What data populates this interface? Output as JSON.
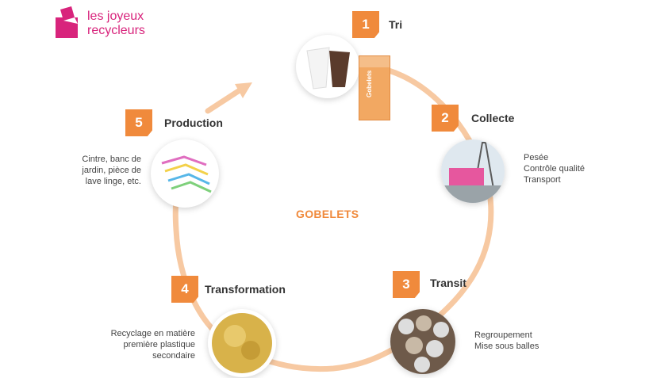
{
  "logo": {
    "line1": "les joyeux",
    "line2": "recycleurs"
  },
  "center_title": "GOBELETS",
  "steps": [
    {
      "num": "1",
      "title": "Tri",
      "desc": []
    },
    {
      "num": "2",
      "title": "Collecte",
      "desc": [
        "Pesée",
        "Contrôle qualité",
        "Transport"
      ]
    },
    {
      "num": "3",
      "title": "Transit",
      "desc": [
        "Regroupement",
        "Mise sous balles"
      ]
    },
    {
      "num": "4",
      "title": "Transformation",
      "desc": [
        "Recyclage en matière",
        "première plastique",
        "secondaire"
      ]
    },
    {
      "num": "5",
      "title": "Production",
      "desc": [
        "Cintre, banc de",
        "jardin, pièce de",
        "lave linge, etc."
      ]
    }
  ],
  "bin_label": "Gobelets",
  "colors": {
    "orange": "#f08a3c",
    "ring": "#f7c9a2",
    "brand_pink": "#d8247c"
  }
}
